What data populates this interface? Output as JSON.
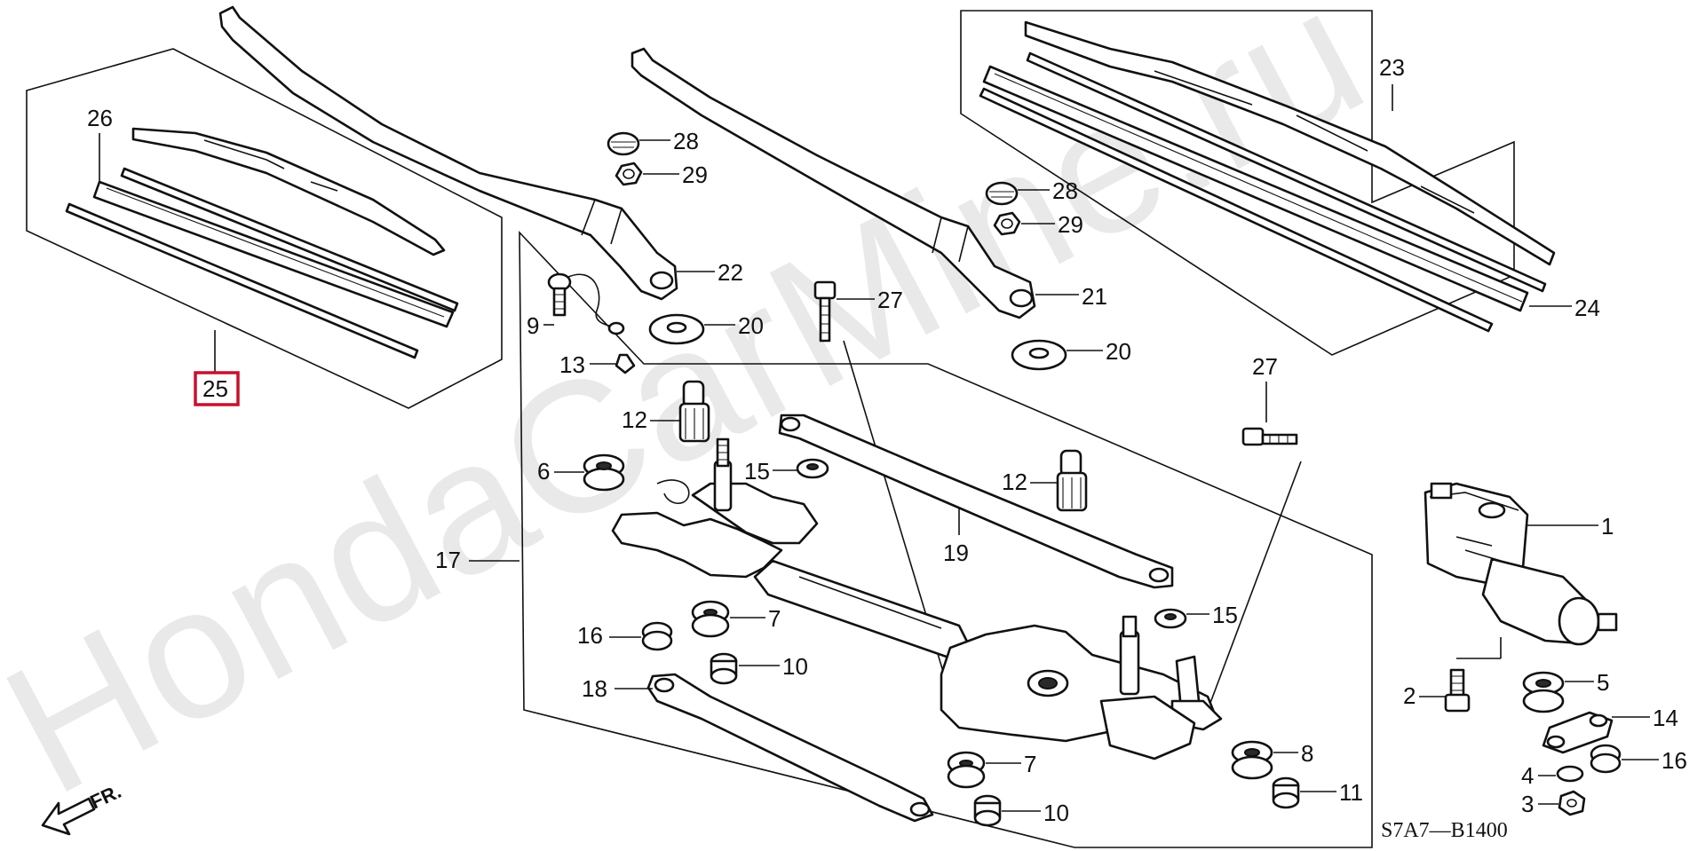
{
  "watermark": "HondaCarMine.ru",
  "diagram_code": "S7A7—B1400",
  "direction_label": "FR.",
  "highlight_color": "#c8102e",
  "callouts": {
    "c1": "1",
    "c2": "2",
    "c3": "3",
    "c4": "4",
    "c5": "5",
    "c6": "6",
    "c7a": "7",
    "c7b": "7",
    "c8": "8",
    "c9": "9",
    "c10a": "10",
    "c10b": "10",
    "c11": "11",
    "c12a": "12",
    "c12b": "12",
    "c13": "13",
    "c14": "14",
    "c15a": "15",
    "c15b": "15",
    "c16a": "16",
    "c16b": "16",
    "c17": "17",
    "c18": "18",
    "c19": "19",
    "c20a": "20",
    "c20b": "20",
    "c21": "21",
    "c22": "22",
    "c23": "23",
    "c24": "24",
    "c25": "25",
    "c26": "26",
    "c27a": "27",
    "c27b": "27",
    "c28a": "28",
    "c28b": "28",
    "c29a": "29",
    "c29b": "29"
  }
}
